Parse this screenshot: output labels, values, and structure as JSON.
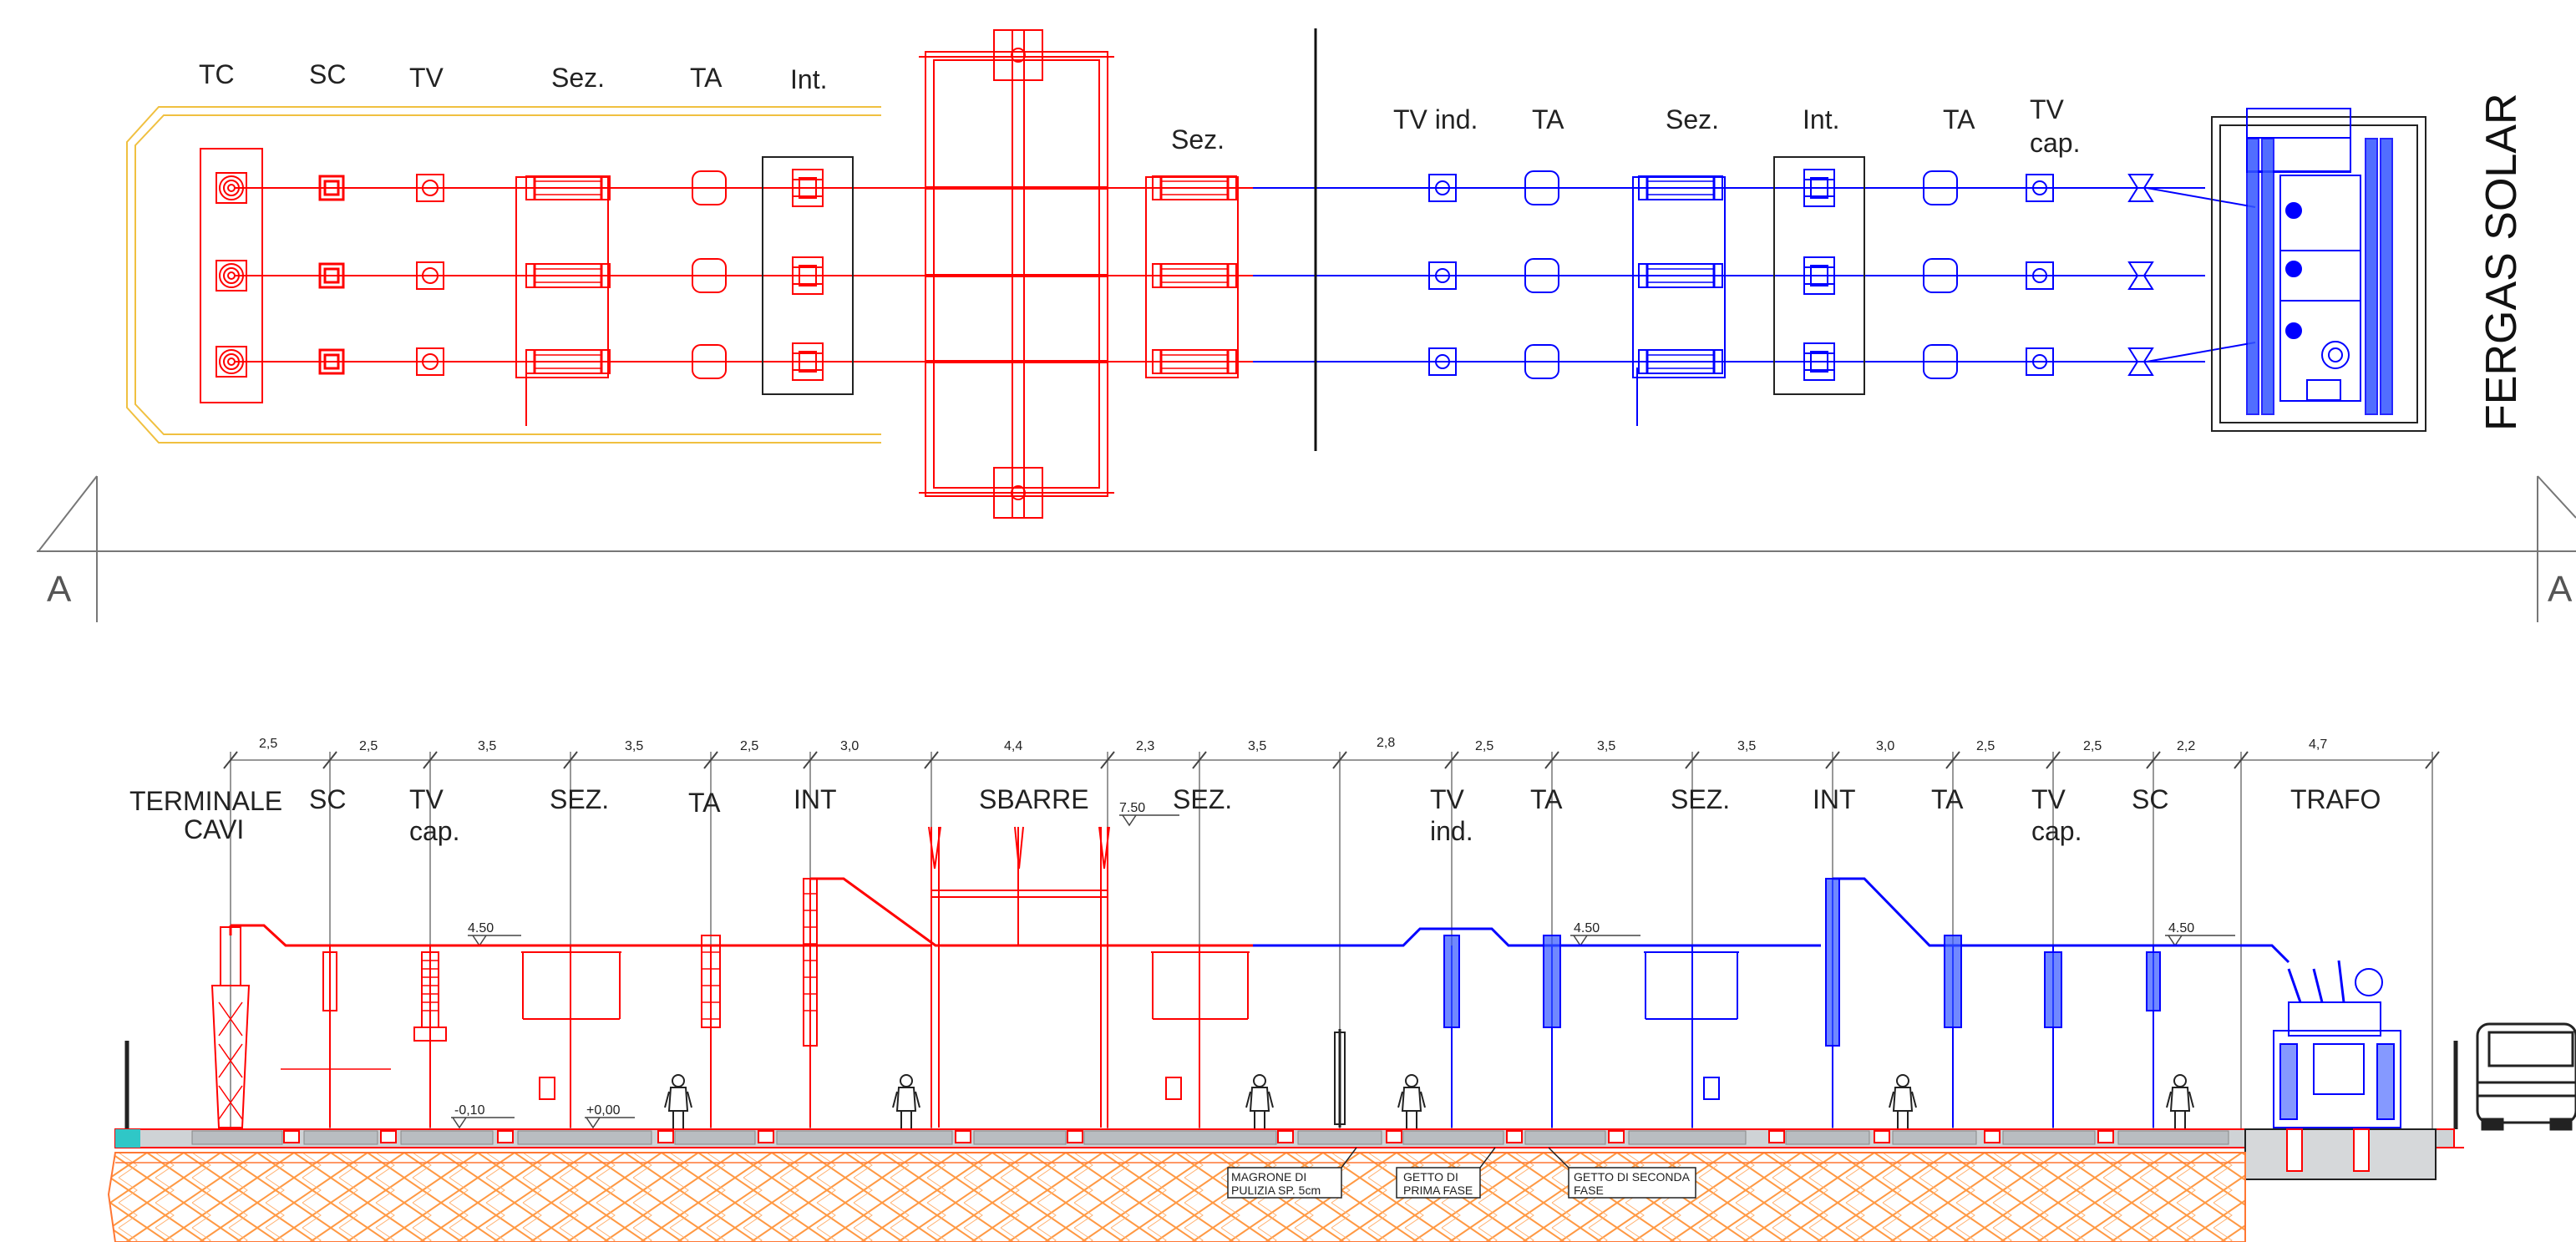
{
  "plan": {
    "labels": [
      "TC",
      "SC",
      "TV",
      "Sez.",
      "TA",
      "Int.",
      "Sez.",
      "TV ind.",
      "TA",
      "Sez.",
      "Int.",
      "TA",
      "TV",
      "cap."
    ],
    "brand": "FERGAS SOLAR",
    "section_marker": "A",
    "colors": {
      "hv": "#ff0000",
      "mv": "#0000ff",
      "outline": "#f0c040"
    }
  },
  "elevation": {
    "dims": [
      "2,5",
      "2,5",
      "3,5",
      "3,5",
      "2,5",
      "3,0",
      "4,4",
      "2,3",
      "3,5",
      "2,8",
      "2,5",
      "3,5",
      "3,5",
      "3,0",
      "2,5",
      "2,5",
      "2,2",
      "4,7"
    ],
    "labels": [
      "TERMINALE",
      "CAVI",
      "SC",
      "TV",
      "cap.",
      "SEZ.",
      "TA",
      "INT",
      "SBARRE",
      "SEZ.",
      "TV",
      "ind.",
      "TA",
      "SEZ.",
      "INT",
      "TA",
      "TV",
      "cap.",
      "SC",
      "TRAFO"
    ],
    "levels": [
      "4.50",
      "4.50",
      "4.50",
      "7.50",
      "-0,10",
      "+0,00"
    ],
    "notes": [
      "MAGRONE DI",
      "PULIZIA SP. 5cm",
      "GETTO DI",
      "PRIMA FASE",
      "GETTO DI SECONDA",
      "FASE"
    ]
  }
}
